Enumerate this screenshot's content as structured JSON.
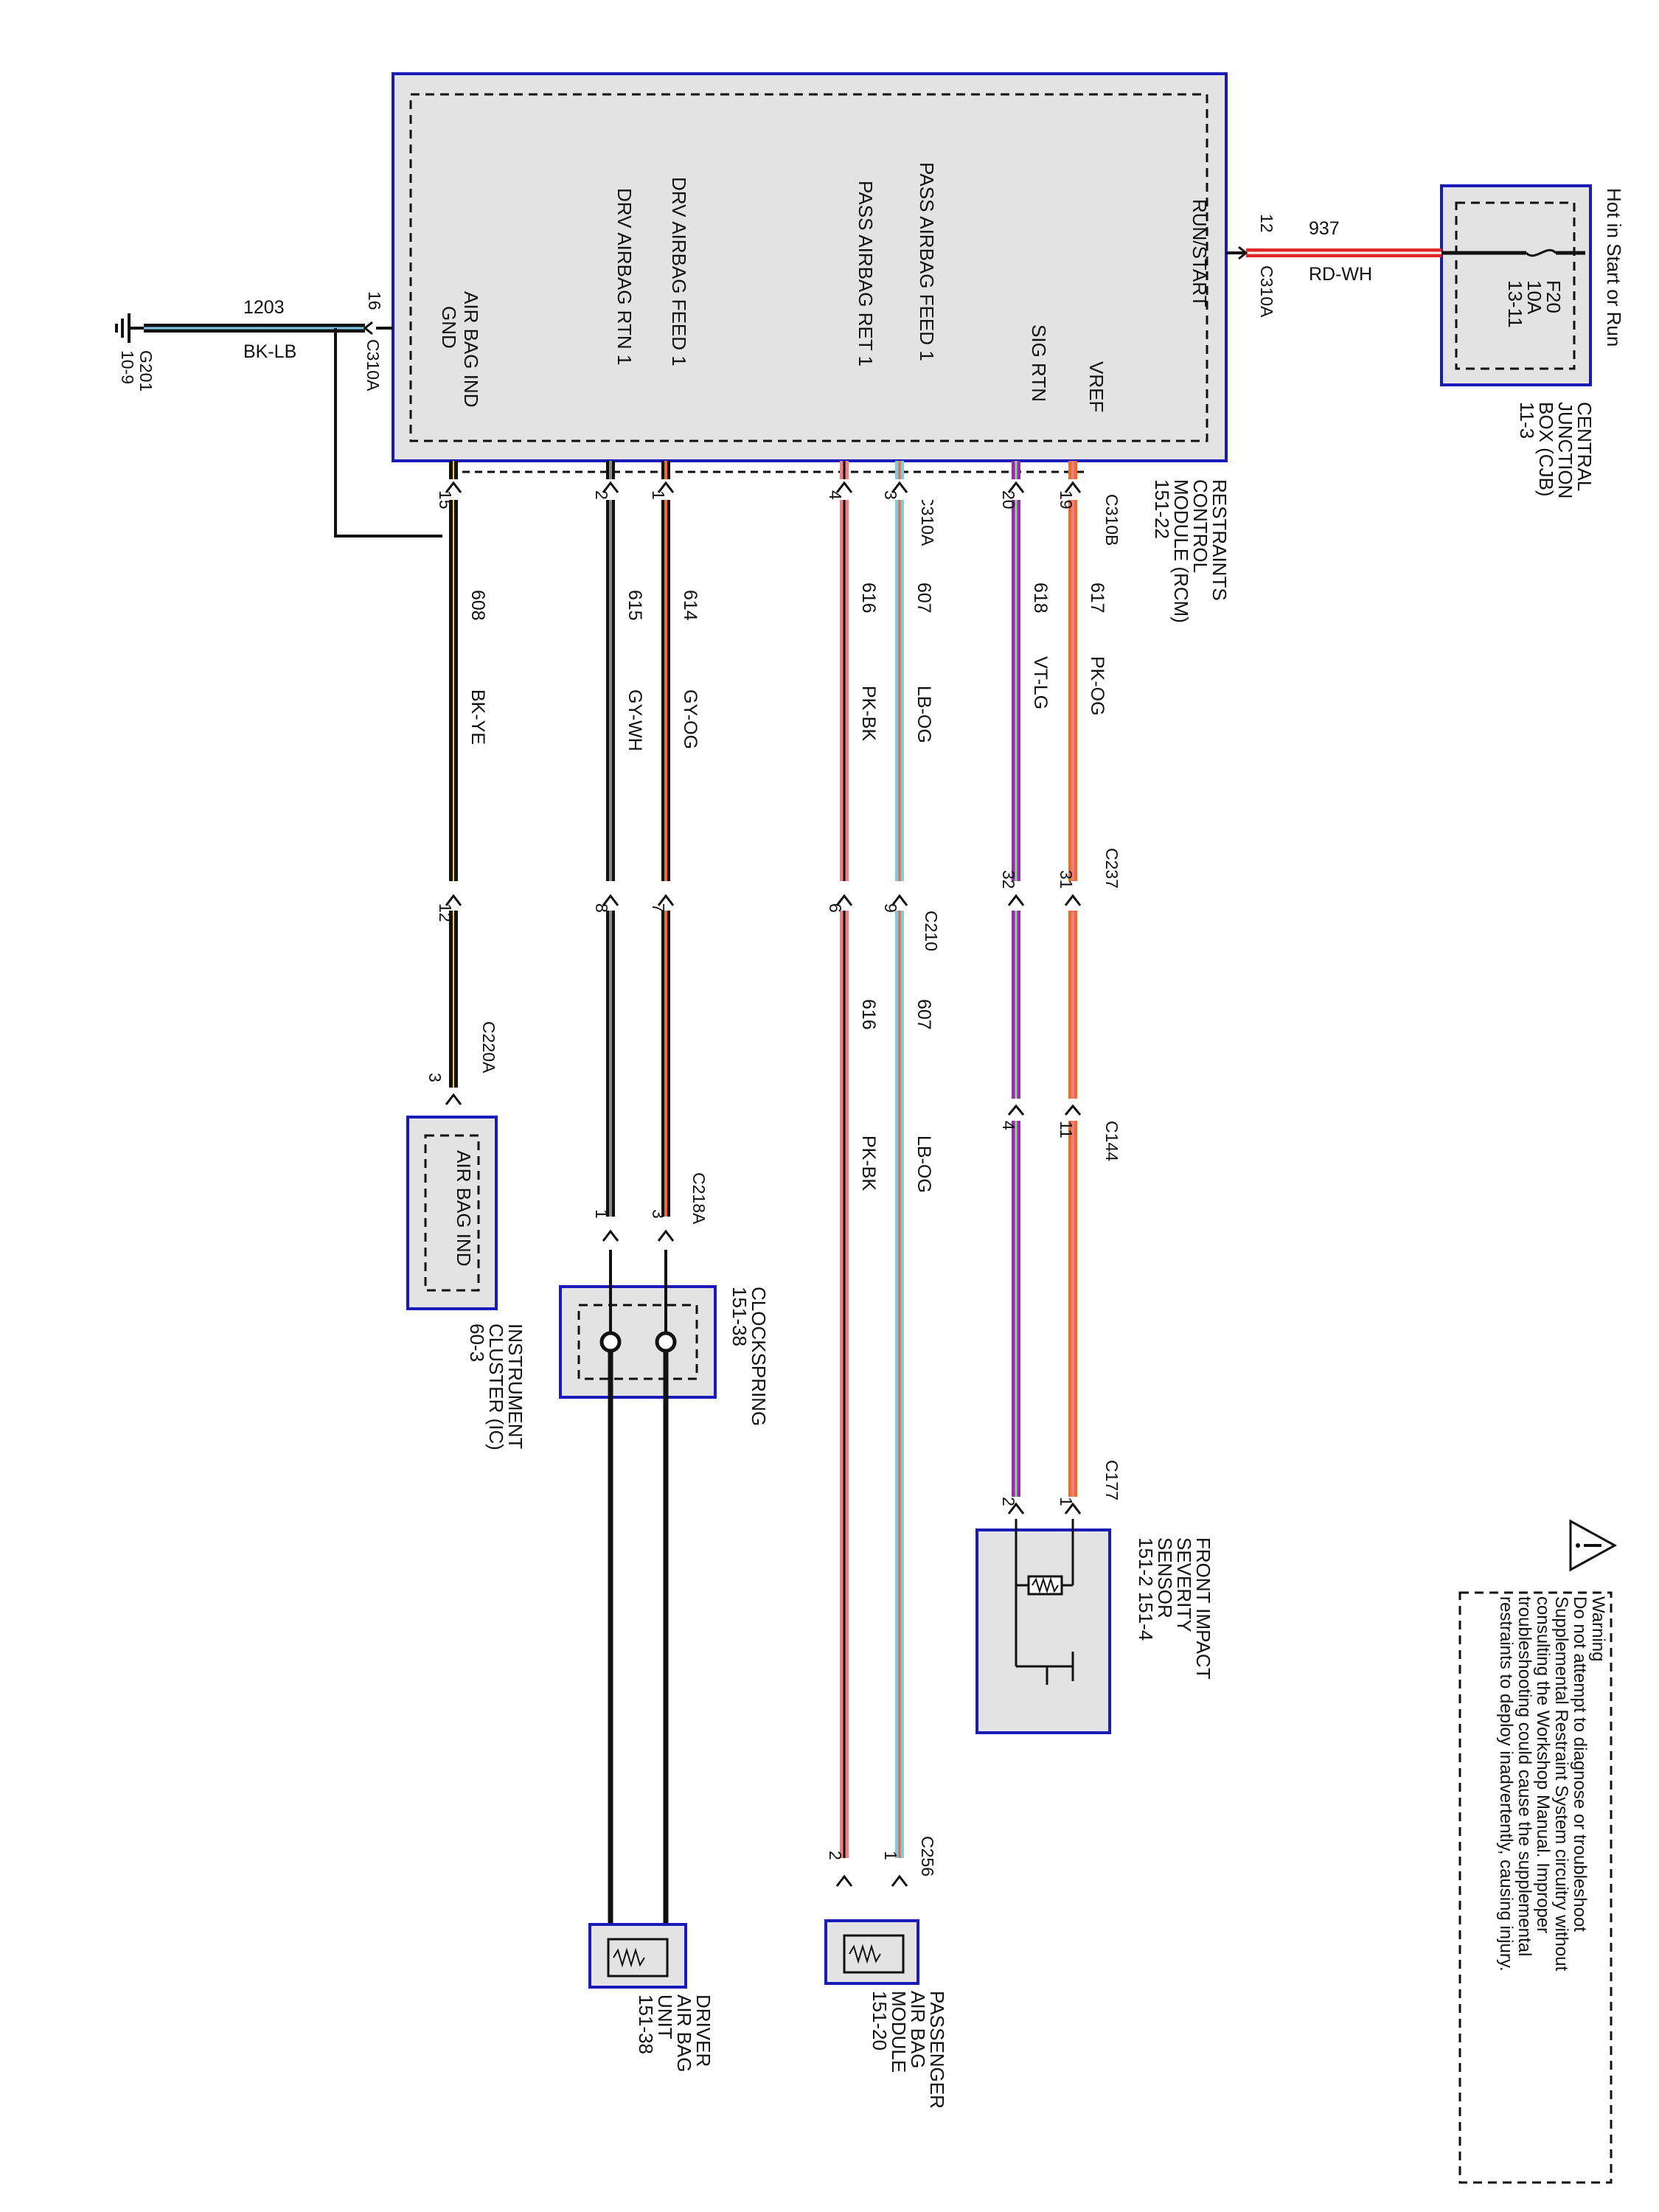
{
  "colors": {
    "module_border": "#1a1ab8",
    "module_fill": "#e3e3e3",
    "dashed": "#111111",
    "wire_black": "#111111",
    "wire_gray": "#888888",
    "wire_red": "#e0282a",
    "wire_pink": "#f08080",
    "wire_light_blue": "#7fc8e6",
    "wire_orange": "#f06a2a",
    "wire_violet": "#9a2bb0",
    "wire_light_green": "#8bd38b",
    "wire_yellow": "#f2d21b",
    "wire_white": "#ffffff"
  },
  "warning": {
    "icon": "warning-triangle-icon",
    "title": "Warning",
    "lines": [
      "Do not attempt to diagnose or troubleshoot",
      "Supplemental Restraint System circuitry without",
      "consulting the Workshop Manual. Improper",
      "troubleshooting could cause the supplemental",
      "restraints to deploy inadvertently, causing injury."
    ]
  },
  "rcm": {
    "name_lines": [
      "RESTRAINTS",
      "CONTROL",
      "MODULE (RCM)",
      "151-22"
    ],
    "pins": {
      "run_start": "RUN/START",
      "vref": "VREF",
      "sig_rtn": "SIG RTN",
      "pass_feed": "PASS AIRBAG FEED 1",
      "pass_ret": "PASS AIRBAG RET 1",
      "drv_feed": "DRV AIRBAG FEED 1",
      "drv_rtn": "DRV AIRBAG RTN 1",
      "airbag_ind": "AIR BAG IND",
      "gnd": "GND"
    }
  },
  "cjb": {
    "hot_label": "Hot in Start or Run",
    "fuse_id": "F20",
    "fuse_rating": "10A",
    "fuse_ref": "13-11",
    "name_lines": [
      "CENTRAL",
      "JUNCTION",
      "BOX (CJB)",
      "11-3"
    ]
  },
  "connectors": {
    "c310a": "C310A",
    "c310b": "C310B",
    "c237": "C237",
    "c210": "C210",
    "c144": "C144",
    "c177": "C177",
    "c220a": "C220A",
    "c218a": "C218A",
    "c256": "C256",
    "g201": "G201",
    "g201_ref": "10-9"
  },
  "wires": [
    {
      "circuit": "937",
      "color": "RD-WH"
    },
    {
      "circuit": "1203",
      "color": "BK-LB"
    },
    {
      "circuit": "617",
      "color": "PK-OG"
    },
    {
      "circuit": "618",
      "color": "VT-LG"
    },
    {
      "circuit": "607",
      "color": "LB-OG"
    },
    {
      "circuit": "616",
      "color": "PK-BK"
    },
    {
      "circuit": "614",
      "color": "GY-OG"
    },
    {
      "circuit": "615",
      "color": "GY-WH"
    },
    {
      "circuit": "608",
      "color": "BK-YE"
    }
  ],
  "pin_numbers": {
    "p12": "12",
    "p16": "16",
    "p19": "19",
    "p20": "20",
    "p3": "3",
    "p4": "4",
    "p1": "1",
    "p2": "2",
    "p15": "15",
    "p31": "31",
    "p32": "32",
    "p9": "9",
    "p6": "6",
    "p7": "7",
    "p8": "8",
    "p11": "11",
    "p4b": "4",
    "p3b": "3",
    "p1b": "1",
    "p1c": "1",
    "p2c": "2",
    "p1d": "1",
    "p2d": "2",
    "p3c": "3",
    "p12b": "12"
  },
  "components": {
    "fiss": {
      "name_lines": [
        "FRONT IMPACT",
        "SEVERITY",
        "SENSOR"
      ],
      "ref": "151-2   151-4"
    },
    "pabm": {
      "name_lines": [
        "PASSENGER",
        "AIR BAG",
        "MODULE",
        "151-20"
      ]
    },
    "dabu": {
      "name_lines": [
        "DRIVER",
        "AIR BAG",
        "UNIT",
        "151-38"
      ]
    },
    "clockspring": {
      "name_lines": [
        "CLOCKSPRING",
        "151-38"
      ]
    },
    "ic": {
      "inner_label": "AIR BAG IND",
      "name_lines": [
        "INSTRUMENT",
        "CLUSTER (IC)",
        "60-3"
      ]
    }
  }
}
